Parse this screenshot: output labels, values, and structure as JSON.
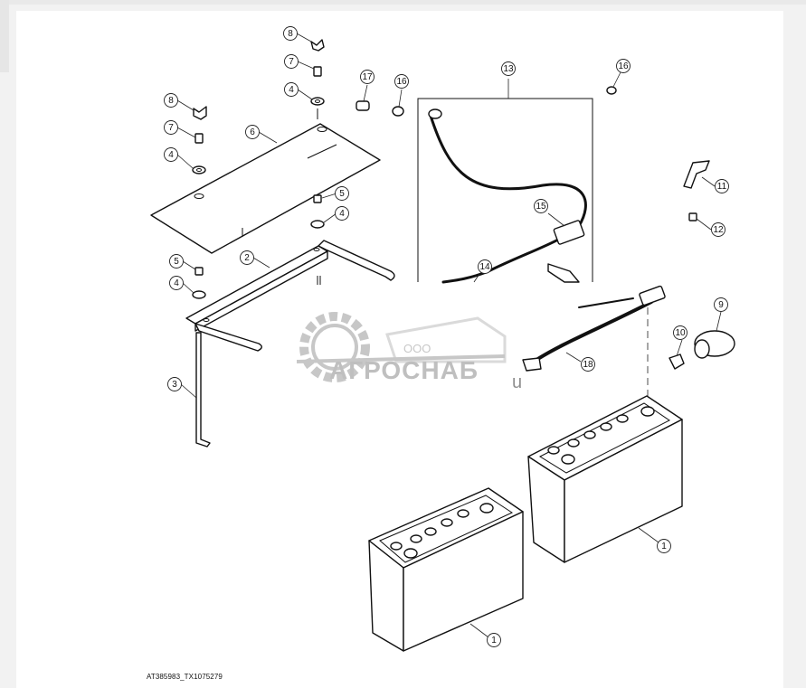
{
  "figure": {
    "caption": "AT385983_TX1075279",
    "callouts": [
      "8",
      "7",
      "4",
      "8",
      "7",
      "4",
      "6",
      "5",
      "4",
      "5",
      "4",
      "2",
      "3",
      "17",
      "16",
      "13",
      "16",
      "15",
      "14",
      "11",
      "12",
      "9",
      "10",
      "18",
      "1",
      "1"
    ]
  },
  "watermark": {
    "prefix": "ООО",
    "brand": "АГРОСНАБ",
    "suffix": "u"
  },
  "colors": {
    "line": "#111111",
    "background": "#ffffff",
    "watermark": "#8c8c8c"
  }
}
